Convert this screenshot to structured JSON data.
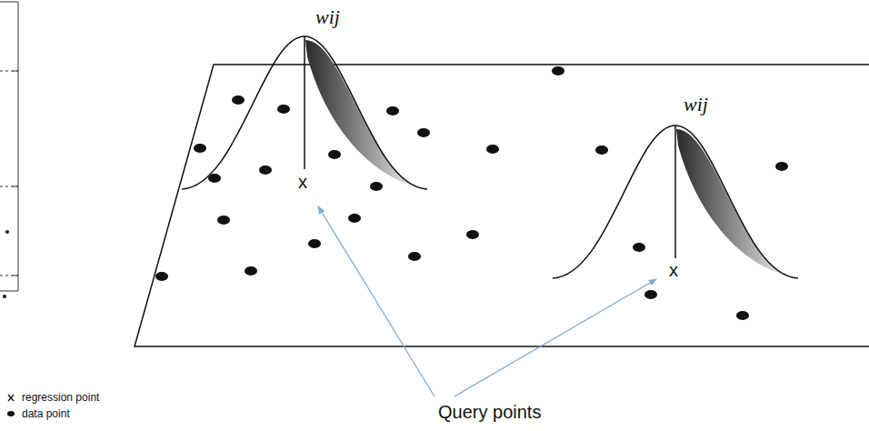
{
  "diagram": {
    "labels": [
      "wij",
      "wij",
      "x",
      "x",
      "Query points"
    ],
    "legend": [
      {
        "text": "regression point"
      },
      {
        "text": "data point"
      }
    ]
  }
}
